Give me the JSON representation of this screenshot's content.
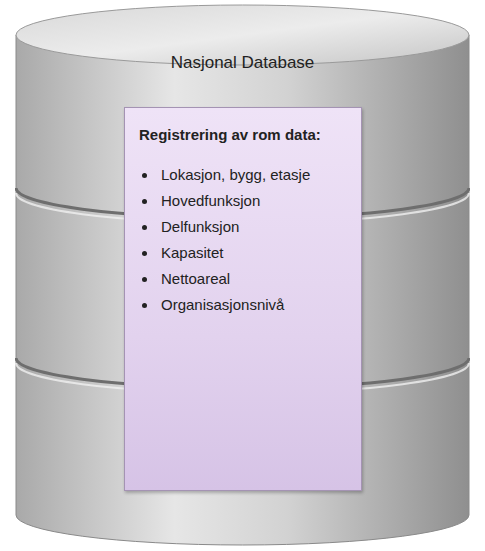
{
  "diagram": {
    "nodes": [
      {
        "text": [
          "Nasjonal Database"
        ]
      },
      {
        "text": [
          "Registrering av rom data:",
          "Lokasjon, bygg, etasje",
          "Hovedfunksjon",
          "Delfunksjon",
          "Kapasitet",
          "Nettoareal",
          "Organisasjonsnivå"
        ],
        "in": 0
      }
    ]
  }
}
